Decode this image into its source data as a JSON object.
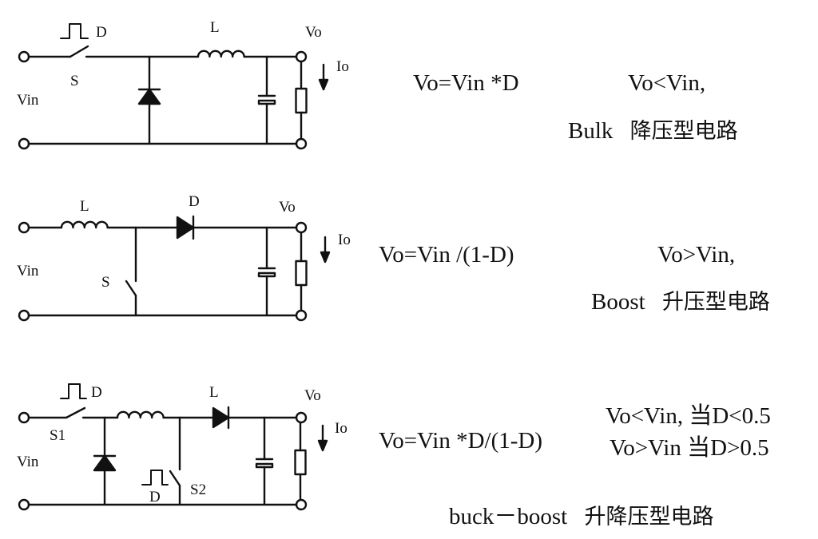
{
  "circuits": {
    "buck": {
      "labels": {
        "pulse_d": "D",
        "switch": "S",
        "inductor": "L",
        "vin": "Vin",
        "vo": "Vo",
        "io": "Io"
      },
      "formula": "Vo=Vin *D",
      "condition": "Vo<Vin,",
      "name_en": "Bulk",
      "name_cn": "降压型电路"
    },
    "boost": {
      "labels": {
        "inductor": "L",
        "diode": "D",
        "switch": "S",
        "vin": "Vin",
        "vo": "Vo",
        "io": "Io"
      },
      "formula": "Vo=Vin /(1-D)",
      "condition": "Vo>Vin,",
      "name_en": "Boost",
      "name_cn": "升压型电路"
    },
    "buck_boost": {
      "labels": {
        "pulse_d1": "D",
        "switch1": "S1",
        "inductor": "L",
        "vin": "Vin",
        "vo": "Vo",
        "io": "Io",
        "pulse_d2": "D",
        "switch2": "S2"
      },
      "formula": "Vo=Vin *D/(1-D)",
      "condition1": "Vo<Vin, 当D<0.5",
      "condition2": "Vo>Vin 当D>0.5",
      "name_en": "buck－boost",
      "name_cn": "升降压型电路"
    }
  }
}
